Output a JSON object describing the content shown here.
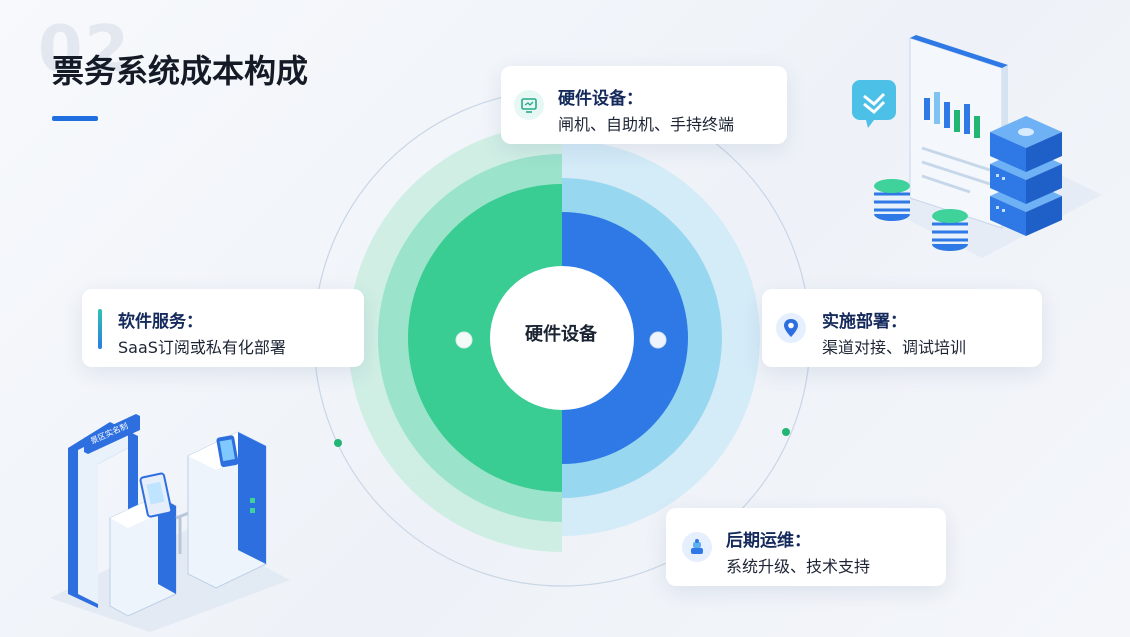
{
  "page": {
    "number": "02",
    "title": "票务系统成本构成"
  },
  "diagram": {
    "center_label": "硬件设备",
    "colors": {
      "green_light": "#c4ecdc",
      "green_mid": "#8fe0c4",
      "green": "#2fc98d",
      "blue_light": "#cde9f7",
      "blue_mid": "#8dd3ef",
      "blue": "#2e79e6",
      "orbit": "#c9d6e6",
      "dot_green": "#22b573",
      "title_accent": "#1f6fe0"
    }
  },
  "cards": {
    "hardware": {
      "title": "硬件设备：",
      "desc": "闸机、自助机、手持终端",
      "icon": "monitor-icon"
    },
    "software": {
      "title": "软件服务：",
      "desc": "SaaS订阅或私有化部署",
      "icon": "accent-bar"
    },
    "deploy": {
      "title": "实施部署：",
      "desc": "渠道对接、调试培训",
      "icon": "location-pin-icon"
    },
    "ops": {
      "title": "后期运维：",
      "desc": "系统升级、技术支持",
      "icon": "support-icon"
    }
  },
  "illustrations": {
    "top_right": "server-and-analytics-illustration",
    "bottom_left": "ticket-gate-illustration",
    "gate_sign": "景区实名制"
  }
}
